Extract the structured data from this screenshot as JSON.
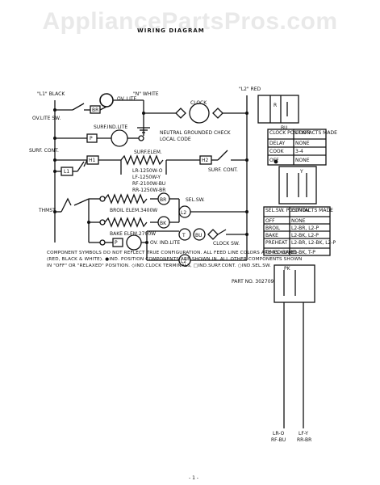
{
  "watermark": "AppliancePartsPros.com",
  "title": "WIRING DIAGRAM",
  "labels": {
    "l1": "\"L1\" BLACK",
    "n": "\"N\" WHITE",
    "l2": "\"L2\" RED",
    "ovlite_sw": "OV.LITE SW.",
    "ovlite": "OV. LITE",
    "br": "BR",
    "clock": "CLOCK",
    "surf_ind_lite": "SURF.IND.LITE",
    "neutral": "NEUTRAL GROUNDED CHECK",
    "local_code": "LOCAL CODE",
    "surf_cont_left": "SURF. CONT.",
    "surf_elem": "SURF.ELEM.",
    "surf_cont_right": "SURF. CONT.",
    "lr": "LR-1250W-O",
    "lf": "LF-1250W-Y",
    "rf": "RF-2100W-BU",
    "rr": "RR-1250W-BR",
    "l1_box": "L1",
    "h1": "H1",
    "h2": "H2",
    "l2_box": "L2",
    "p": "P",
    "thmst": "THMST",
    "broil_elem": "BROIL ELEM.3400W",
    "bake_elem": "BAKE ELEM.2700W",
    "sel_sw": "SEL.SW.",
    "clock_sw": "CLOCK SW.",
    "ov_ind_lite": "OV. IND.LITE",
    "bk": "BK",
    "bu": "BU",
    "t": "T",
    "y": "Y",
    "r": "R",
    "rf_bu": "RF-BU",
    "rr_br": "RR-BR",
    "lr_o": "LR-O",
    "lf_y": "LF-Y",
    "pk": "PK"
  },
  "clock_table": {
    "headers": [
      "CLOCK POSITION",
      "CONTACTS MADE"
    ],
    "rows": [
      [
        "DELAY",
        "NONE"
      ],
      [
        "COOK",
        "3-4"
      ],
      [
        "OFF",
        "NONE"
      ]
    ]
  },
  "sel_table": {
    "headers": [
      "SEL.SW. POSITION",
      "CONTACTS MADE"
    ],
    "rows": [
      [
        "OFF",
        "NONE"
      ],
      [
        "BROIL",
        "L2-BR, L2-P"
      ],
      [
        "BAKE",
        "L2-BK, L2-P"
      ],
      [
        "PREHEAT",
        "L2-BR, L2-BK, L2-P"
      ],
      [
        "TIMED BAKE",
        "L1-BK, T-P"
      ]
    ]
  },
  "note": "COMPONENT SYMBOLS DO NOT REFLECT TRUE CONFIGURATION. ALL FEED LINE COLORS ARE AS NOTED (RED, BLACK & WHITE). ●IND. POSITION COMPONENTS ARE SHOWN IN. ALL OTHER COMPONENTS SHOWN IN \"OFF\" OR \"RELAXED\" POSITION. ◇IND.CLOCK TERMINALS, □IND.SURF.CONT. ○IND.SEL.SW.",
  "part_no": "PART NO. 302709",
  "footer_mark": "- 1 -"
}
